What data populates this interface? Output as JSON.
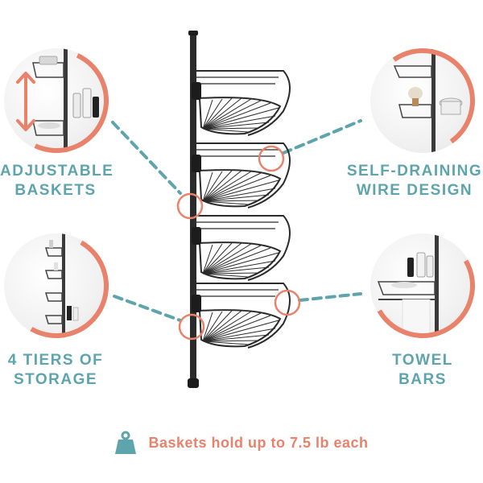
{
  "features": [
    {
      "id": "adjustable",
      "lines": [
        "ADJUSTABLE",
        "BASKETS"
      ],
      "icon": "up-down-arrow-icon"
    },
    {
      "id": "self-draining",
      "lines": [
        "SELF-DRAINING",
        "WIRE DESIGN"
      ],
      "icon": "shaving-brush-icon"
    },
    {
      "id": "tiers",
      "lines": [
        "4 TIERS OF",
        "STORAGE"
      ],
      "icon": "caddy-tiers-icon"
    },
    {
      "id": "towel",
      "lines": [
        "TOWEL",
        "BARS"
      ],
      "icon": "towel-bar-icon"
    }
  ],
  "footer": {
    "text": "Baskets hold up to 7.5 lb each",
    "icon": "weight-icon"
  },
  "colors": {
    "teal": "#5da4ac",
    "coral": "#e8826a",
    "pole": "#2b2b2b",
    "callout_ring": "#e8826a"
  }
}
